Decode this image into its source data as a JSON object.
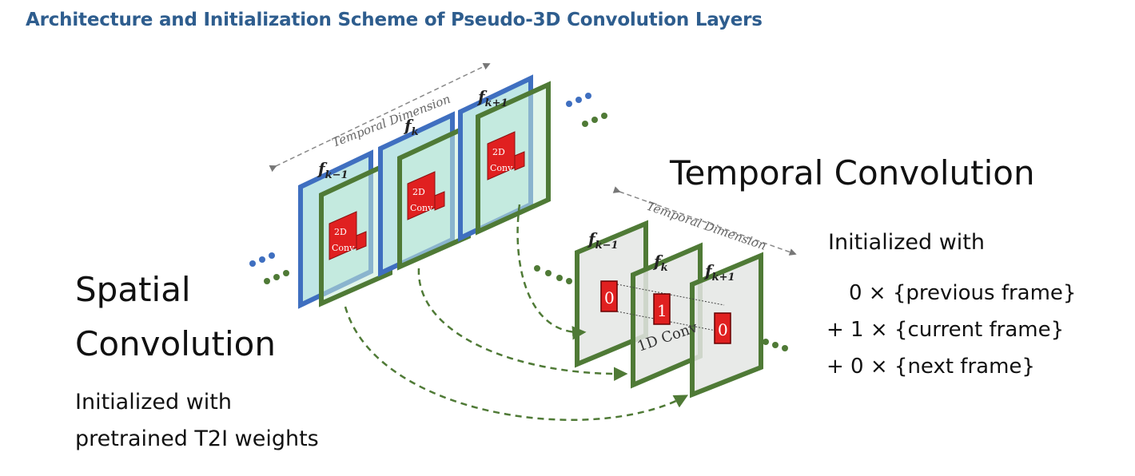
{
  "title": "Architecture and Initialization Scheme of Pseudo-3D Convolution Layers",
  "spatial": {
    "heading_line1": "Spatial",
    "heading_line2": "Convolution",
    "init_line1": "Initialized with",
    "init_line2": "pretrained T2I weights",
    "axis_label": "Temporal Dimension",
    "frames": [
      "f_{k-1}",
      "f_k",
      "f_{k+1}"
    ],
    "frame_labels": {
      "km1_base": "f",
      "km1_sub": "k−1",
      "k_base": "f",
      "k_sub": "k",
      "kp1_base": "f",
      "kp1_sub": "k+1"
    },
    "kernel_top": "2D",
    "kernel_bottom": "Conv"
  },
  "temporal": {
    "heading": "Temporal Convolution",
    "init_intro": "Initialized with",
    "init_terms": [
      "0 × {previous frame}",
      "+ 1 × {current frame}",
      "+ 0 × {next frame}"
    ],
    "axis_label": "Temporal Dimension",
    "frame_labels": {
      "km1_base": "f",
      "km1_sub": "k−1",
      "k_base": "f",
      "k_sub": "k",
      "kp1_base": "f",
      "kp1_sub": "k+1"
    },
    "kernel_values": [
      "0",
      "1",
      "0"
    ],
    "conv_label": "1D Conv"
  },
  "colors": {
    "title": "#2e5d8e",
    "blue_frame": "#3f6fc0",
    "green_frame": "#4f7a36",
    "cyan_fill": "#bfe6e6",
    "gray_fill": "#e4e6e4",
    "kernel_red": "#e02020",
    "arrow_green": "#4f7a36"
  },
  "icons": [
    "ellipsis-dots-icon",
    "dashed-arrow-icon"
  ]
}
